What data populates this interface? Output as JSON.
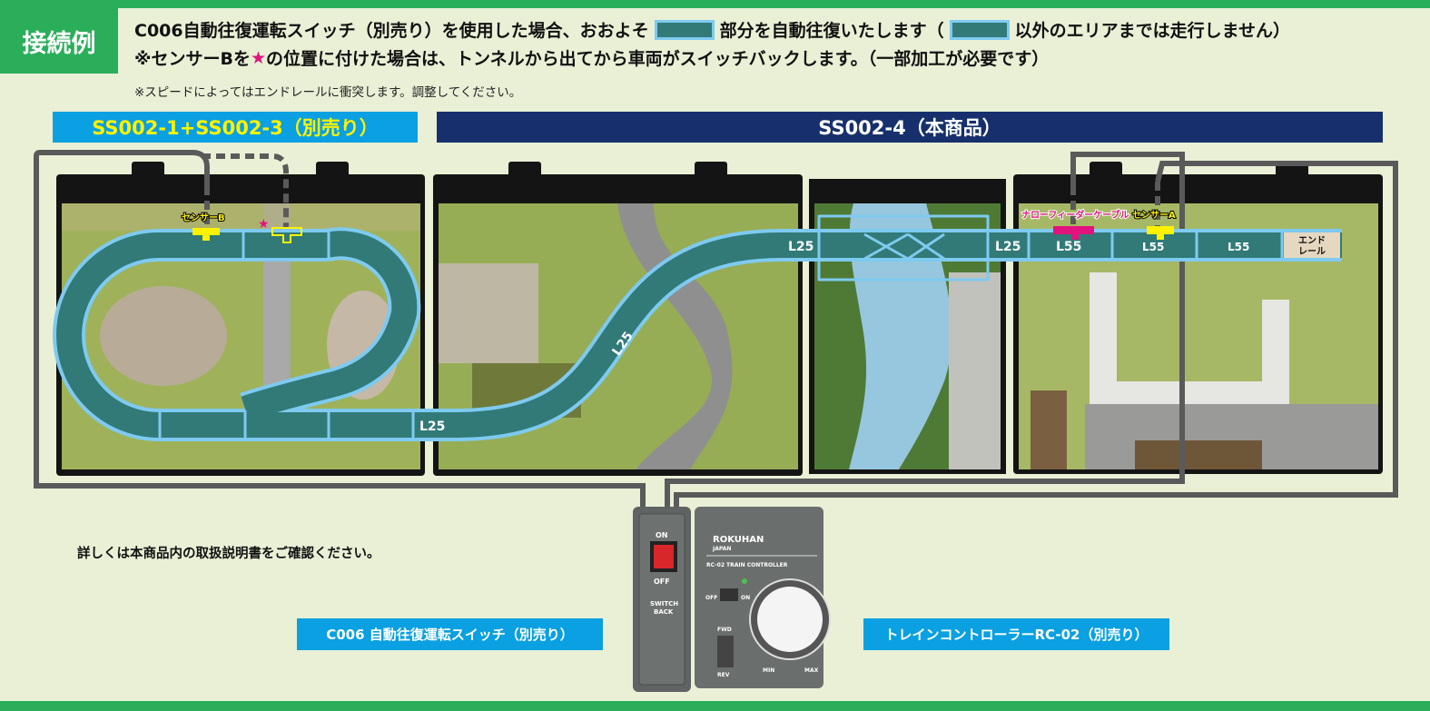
{
  "header": {
    "tag": "接続例",
    "line1_a": "C006自動往復運転スイッチ（別売り）を使用した場合、おおよそ",
    "line1_b": "部分を自動往復いたします（",
    "line1_c": "以外のエリアまでは走行しません）",
    "line2_a": "※センサーBを",
    "line2_star": "★",
    "line2_b": "の位置に付けた場合は、トンネルから出てから車両がスイッチバックします。（一部加工が必要です）",
    "note": "※スピードによってはエンドレールに衝突します。調整してください。"
  },
  "sections": {
    "left": "SS002-1+SS002-3（別売り）",
    "right": "SS002-4（本商品）"
  },
  "track": {
    "labels": [
      "L25",
      "L25",
      "L25",
      "L25",
      "L55",
      "L55",
      "L55"
    ],
    "end_rail": [
      "エンド",
      "レール"
    ],
    "sensor_b": "センサーB",
    "sensor_a": "センサーA",
    "feeder": "ナローフィーダーケーブル",
    "star": "★",
    "colors": {
      "track": "#317a78",
      "track_border": "#7ecaf0",
      "sensor": "#fff200",
      "feeder": "#e2127e",
      "wire": "#5a5a5a"
    }
  },
  "devices": {
    "switch": {
      "on": "ON",
      "off": "OFF",
      "name": [
        "SWITCH",
        "BACK"
      ]
    },
    "controller": {
      "brand": "ROKUHAN",
      "sub": "JAPAN",
      "model": "RC-02",
      "title": "TRAIN CONTROLLER",
      "off": "OFF",
      "on": "ON",
      "fwd": "FWD",
      "rev": "REV",
      "min": "MIN",
      "max": "MAX"
    }
  },
  "detail_note": "詳しくは本商品内の取扱説明書をご確認ください。",
  "labels": {
    "switch": "C006  自動往復運転スイッチ（別売り）",
    "controller": "トレインコントローラーRC-02（別売り）"
  }
}
